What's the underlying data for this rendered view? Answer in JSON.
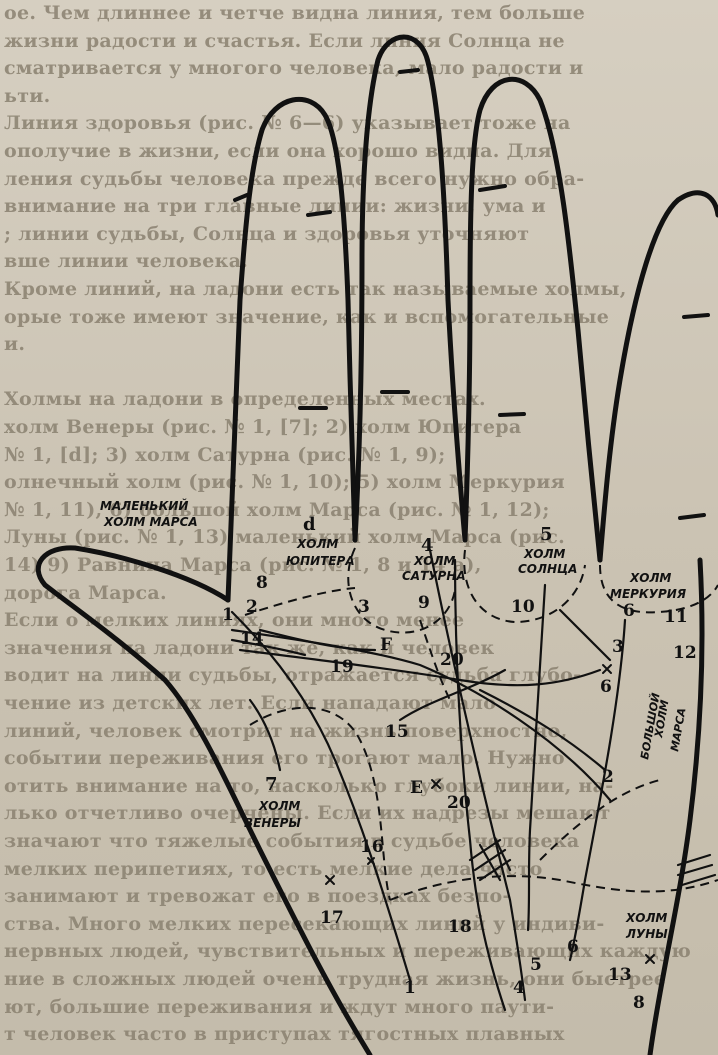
{
  "background_text": [
    "ое. Чем длиннее и четче видна линия, тем больше",
    "жизни радости и счастья. Если линия Солнца не",
    "сматривается у многого человека, мало радости и",
    "ьти.",
    "Линия здоровья (рис. № 6—6) указывает тоже на",
    "ополучие в жизни, если она хорошо видна. Для",
    "ления судьбы человека прежде всего нужно обра-",
    "внимание на три главные линии: жизни, ума и",
    "; линии судьбы, Солнца и здоровья уточняют",
    "вше линии человека.",
    "Кроме линий, на ладони есть так называемые холмы,",
    "орые тоже имеют значение, как и вспомогательные",
    "и.",
    "",
    "Холмы на ладони в определенных местах.",
    "холм Венеры (рис. № 1, [7]; 2) холм Юпитера",
    "№ 1, [d]; 3) холм Сатурна (рис. № 1, 9);",
    "олнечный холм (рис. № 1, 10); 5) холм Меркурия",
    "№ 1, 11), 6) большой холм Марса (рис. № 1, 12);",
    "Луны (рис. № 1, 13) маленький холм Марса (рис.",
    "14) 9) Равнина Марса (рис. № 1, 8 и 14 а),",
    "дорога Марса.",
    "Если о мелких линиях, они много менее",
    "значения на ладони так же, как и человек",
    "водит на линии судьбы, отражается судьба глубо-",
    "чение из детских лет. Если нападают мало",
    "линий, человек смотрит на жизнь поверхностно,",
    "событии переживания его трогают мало. Нужно",
    "отить внимание на то, насколько глубоки линии, на-",
    "лько отчетливо очерчены. Если их надрезы мешают",
    "значают что тяжелые события в судьбе человека",
    "мелких перипетиях, то есть мелкие дела часто",
    "занимают и тревожат его в поездках безпо-",
    "ства. Много мелких пересекающих линий у индиви-",
    "нервных людей, чувствительных и переживающих каждую",
    "ние в сложных людей очень трудная жизнь, они быстрее",
    "ют, большие переживания и ждут много паути-",
    "т человек часто в приступах тягостных плавных"
  ],
  "labels": {
    "small_mars": [
      "МАЛЕНЬКИЙ",
      "ХОЛМ МАРСА"
    ],
    "jupiter": [
      "d",
      "ХОЛМ",
      "ЮПИТЕРА"
    ],
    "saturn": [
      "4",
      "ХОЛМ",
      "САТУРНА"
    ],
    "sun": [
      "5",
      "ХОЛМ",
      "СОЛНЦА"
    ],
    "mercury": [
      "ХОЛМ",
      "МЕРКУРИЯ"
    ],
    "great_mars": [
      "БОЛЬШОЙ",
      "ХОЛМ",
      "МАРСА"
    ],
    "venus": [
      "7",
      "ХОЛМ",
      "ВЕНЕРЫ"
    ],
    "moon": [
      "ХОЛМ",
      "ЛУНЫ"
    ]
  },
  "numbers": [
    "1",
    "2",
    "3",
    "8",
    "9",
    "10",
    "6",
    "11",
    "12",
    "3",
    "6",
    "14",
    "19",
    "F",
    "20",
    "15",
    "2",
    "E",
    "20",
    "16",
    "17",
    "18",
    "1",
    "4",
    "5",
    "6",
    "13",
    "8"
  ]
}
